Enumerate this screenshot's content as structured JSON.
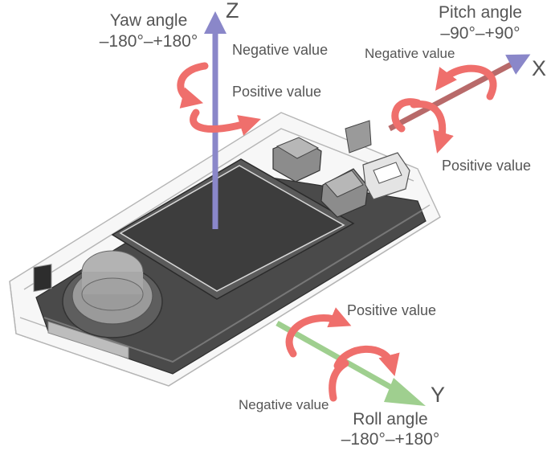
{
  "axes": {
    "z": {
      "letter": "Z",
      "color": "#8a87c9"
    },
    "x": {
      "letter": "X",
      "color": "#b86a6a"
    },
    "y": {
      "letter": "Y",
      "color": "#9fcf8f"
    }
  },
  "yaw": {
    "title": "Yaw angle",
    "range": "–180°–+180°",
    "negative": "Negative value",
    "positive": "Positive value"
  },
  "pitch": {
    "title": "Pitch angle",
    "range": "–90°–+90°",
    "negative": "Negative value",
    "positive": "Positive value"
  },
  "roll": {
    "title": "Roll angle",
    "range": "–180°–+180°",
    "negative": "Negative value",
    "positive": "Positive value"
  },
  "colors": {
    "rotation_arrow": "#ef6f6c",
    "device_outline": "#b5b5b5",
    "screen": "#3d3d3d",
    "body": "#4a4a4a"
  }
}
